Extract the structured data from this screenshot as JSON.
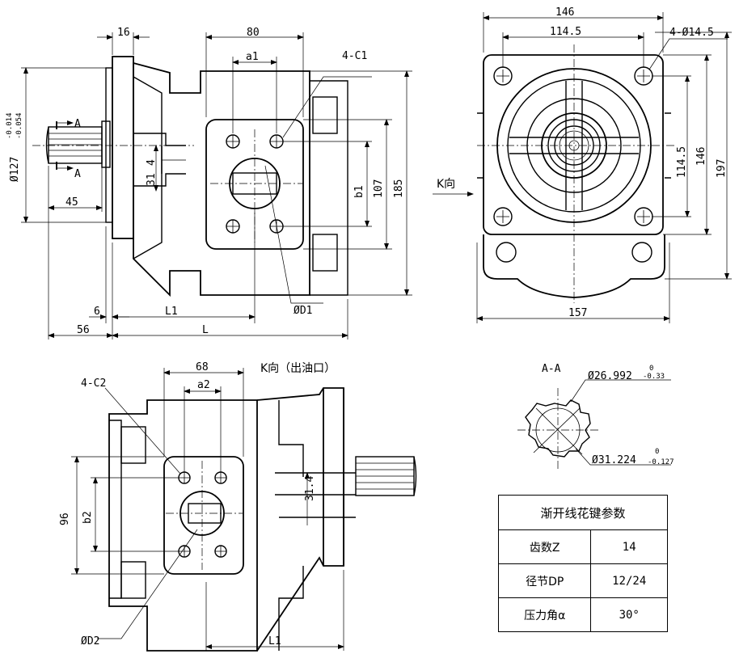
{
  "front_view": {
    "dims": {
      "flange_thickness": "16",
      "body_width": "80",
      "port_a1": "a1",
      "port_bolts": "4-C1",
      "spline_tol_upper": "-0.014",
      "spline_tol_lower": "-0.054",
      "pilot_diameter": "Ø127",
      "section_mark": "A",
      "shaft_offset": "4",
      "shaft_height": "31",
      "shaft_length": "45",
      "port_b1": "b1",
      "height_107": "107",
      "height_185": "185",
      "gap_6": "6",
      "length_L1": "L1",
      "port_D1": "ØD1",
      "shaft_56": "56",
      "length_L": "L"
    }
  },
  "end_view": {
    "dims": {
      "width_146": "146",
      "bolt_spacing_h": "114.5",
      "mount_holes": "4-Ø14.5",
      "view_k_label": "K向",
      "bolt_spacing_v": "114.5",
      "height_146": "146",
      "height_197": "197",
      "base_width": "157"
    }
  },
  "k_view": {
    "title": "K向（出油口）",
    "dims": {
      "body_width": "68",
      "port_a2": "a2",
      "port_bolts": "4-C2",
      "height_96": "96",
      "port_b2": "b2",
      "shaft_height": "31.4",
      "port_D2": "ØD2",
      "length_L1": "L1"
    }
  },
  "section_aa": {
    "title": "A-A",
    "minor_diameter": "Ø26.992",
    "minor_tol_upper": "0",
    "minor_tol_lower": "-0.33",
    "major_diameter": "Ø31.224",
    "major_tol_upper": "0",
    "major_tol_lower": "-0.127"
  },
  "spline_table": {
    "title": "渐开线花键参数",
    "rows": [
      {
        "label": "齿数Z",
        "value": "14"
      },
      {
        "label": "径节DP",
        "value": "12/24"
      },
      {
        "label": "压力角α",
        "value": "30°"
      }
    ]
  }
}
